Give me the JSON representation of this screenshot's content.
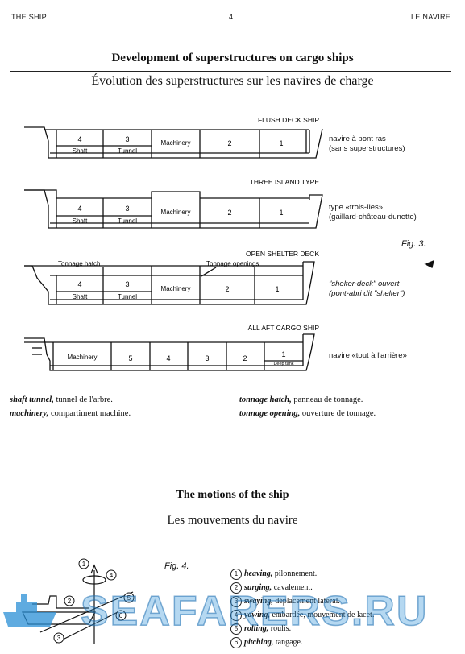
{
  "header": {
    "left": "THE SHIP",
    "page": "4",
    "right": "LE NAVIRE"
  },
  "section1": {
    "title_en": "Development of superstructures on cargo ships",
    "title_fr": "Évolution des superstructures sur les navires de charge"
  },
  "ships": [
    {
      "label": "FLUSH DECK SHIP",
      "desc1": "navire à pont ras",
      "desc2": "(sans superstructures)",
      "holds": [
        "4",
        "3",
        "2",
        "1"
      ],
      "shaft": "Shaft",
      "tunnel": "Tunnel",
      "machinery": "Machinery"
    },
    {
      "label": "THREE ISLAND TYPE",
      "desc1": "type «trois-îles»",
      "desc2": "(gaillard-château-dunette)",
      "holds": [
        "4",
        "3",
        "2",
        "1"
      ],
      "shaft": "Shaft",
      "tunnel": "Tunnel",
      "machinery": "Machinery"
    },
    {
      "label": "OPEN SHELTER DECK",
      "desc1": "\"shelter-deck\" ouvert",
      "desc2": "(pont-abri dit \"shelter\")",
      "holds": [
        "4",
        "3",
        "2",
        "1"
      ],
      "shaft": "Shaft",
      "tunnel": "Tunnel",
      "machinery": "Machinery",
      "tonnage_hatch": "Tonnage hatch",
      "tonnage_openings": "Tonnage openings"
    },
    {
      "label": "ALL AFT CARGO SHIP",
      "desc1": "navire «tout à l'arrière»",
      "holds": [
        "5",
        "4",
        "3",
        "2",
        "1"
      ],
      "machinery": "Machinery",
      "deep_tank": "Deep tank"
    }
  ],
  "fig3": "Fig. 3.",
  "glossary": [
    {
      "term": "shaft tunnel,",
      "def": " tunnel de l'arbre."
    },
    {
      "term": "machinery,",
      "def": " compartiment machine."
    },
    {
      "term": "tonnage hatch,",
      "def": " panneau de tonnage."
    },
    {
      "term": "tonnage opening,",
      "def": " ouverture de tonnage."
    }
  ],
  "section2": {
    "title_en": "The motions of the ship",
    "title_fr": "Les mouvements du navire"
  },
  "fig4": "Fig. 4.",
  "motions": [
    {
      "num": "1",
      "term": "heaving,",
      "def": " pilonnement."
    },
    {
      "num": "2",
      "term": "surging,",
      "def": " cavalement."
    },
    {
      "num": "3",
      "term": "swaying,",
      "def": " déplacement latéral."
    },
    {
      "num": "4",
      "term": "yawing,",
      "def": " embardée, mouvement de lacet."
    },
    {
      "num": "5",
      "term": "rolling,",
      "def": " roulis."
    },
    {
      "num": "6",
      "term": "pitching,",
      "def": " tangage."
    }
  ],
  "motion_axis_labels": [
    "1",
    "2",
    "3",
    "4",
    "5",
    "6"
  ],
  "watermark": "SEAFARERS.RU"
}
